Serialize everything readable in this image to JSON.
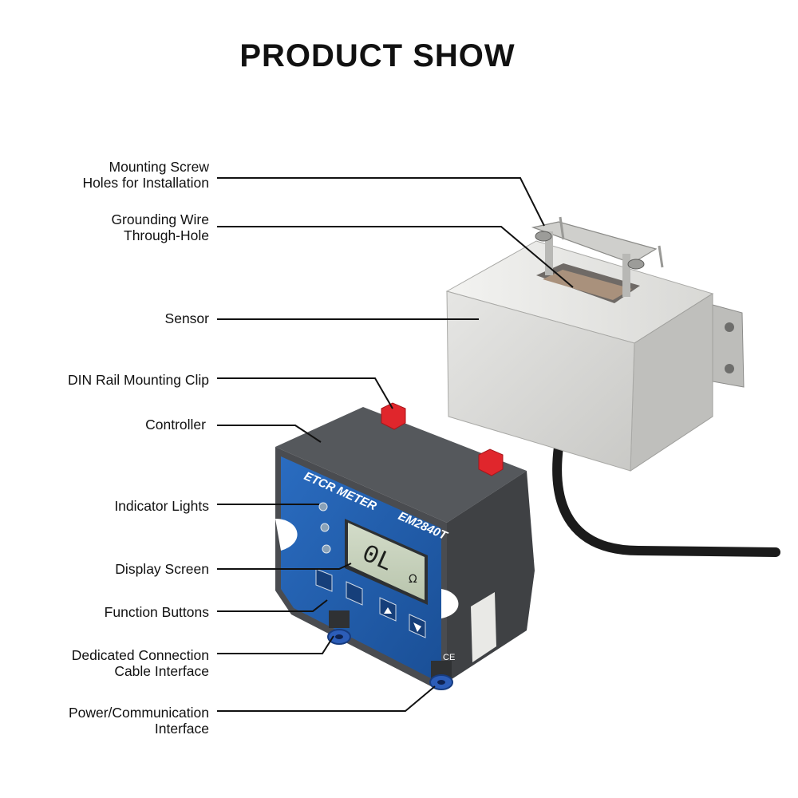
{
  "title": "PRODUCT SHOW",
  "labels": [
    {
      "id": "mounting-screw",
      "text": "Mounting Screw\nHoles for Installation"
    },
    {
      "id": "grounding-wire",
      "text": "Grounding Wire\nThrough-Hole"
    },
    {
      "id": "sensor",
      "text": "Sensor"
    },
    {
      "id": "din-rail",
      "text": "DIN Rail Mounting Clip"
    },
    {
      "id": "controller",
      "text": "Controller"
    },
    {
      "id": "indicator-lights",
      "text": "Indicator Lights"
    },
    {
      "id": "display-screen",
      "text": "Display Screen"
    },
    {
      "id": "function-buttons",
      "text": "Function Buttons"
    },
    {
      "id": "connection-cable",
      "text": "Dedicated Connection\nCable Interface"
    },
    {
      "id": "power-comm",
      "text": "Power/Communication\nInterface"
    }
  ],
  "device": {
    "brand": "ETCR METER",
    "model": "EM2840T",
    "screen_reading": "0L",
    "screen_unit": "Ω",
    "ce_mark": "CE"
  },
  "colors": {
    "controller_blue": "#1f5fb0",
    "housing_gray": "#4d4f52",
    "sensor_steel": "#d9d9d7",
    "clip_red": "#e0262c",
    "connector_blue": "#2c5db8"
  }
}
